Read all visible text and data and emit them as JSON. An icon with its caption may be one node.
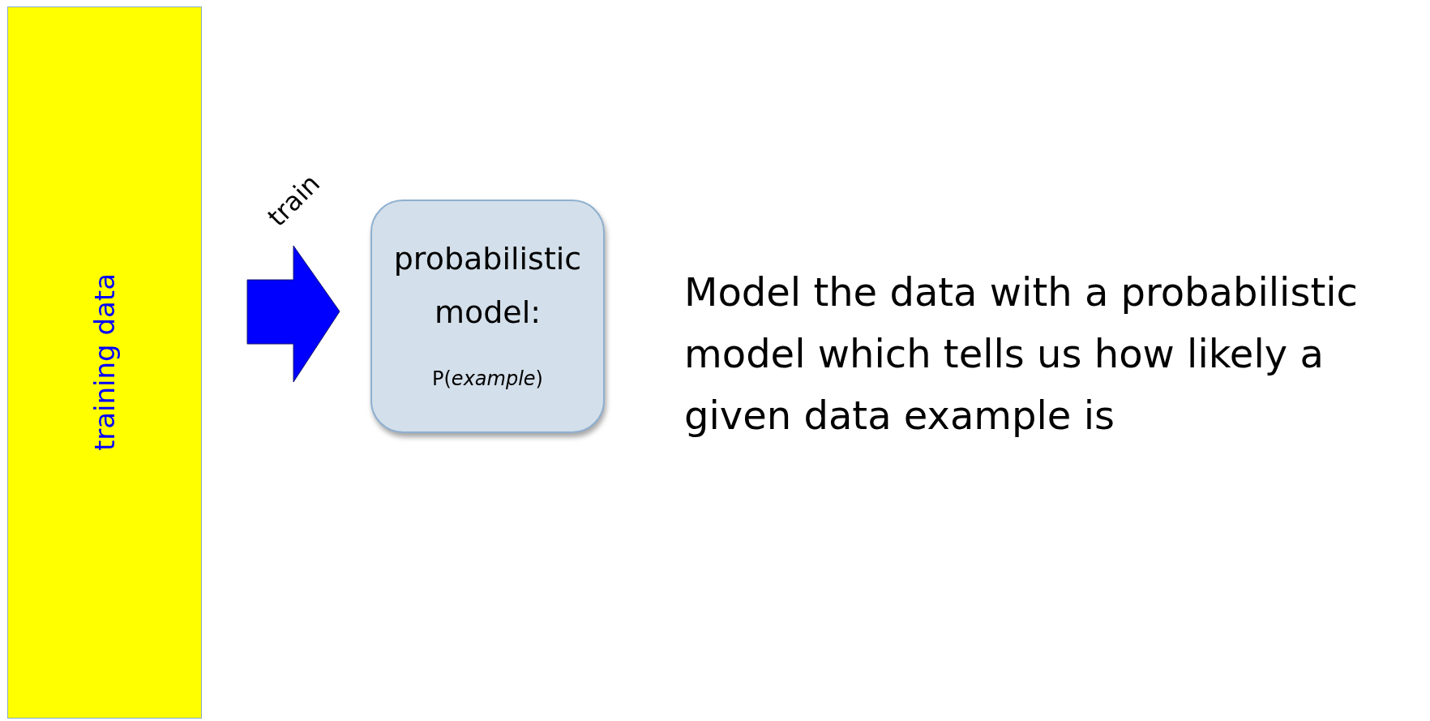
{
  "diagram": {
    "nodes": [
      {
        "text": [
          "training data"
        ]
      },
      {
        "text": [
          "probabilistic model:",
          "P(*example*)"
        ]
      }
    ],
    "edges": [
      {
        "from": 0,
        "to": 1,
        "arrow": "to",
        "label": "train",
        "color": "#0000ff"
      }
    ],
    "labels": [
      "Model the data with a probabilistic model which tells us how likely a given data example is"
    ]
  }
}
